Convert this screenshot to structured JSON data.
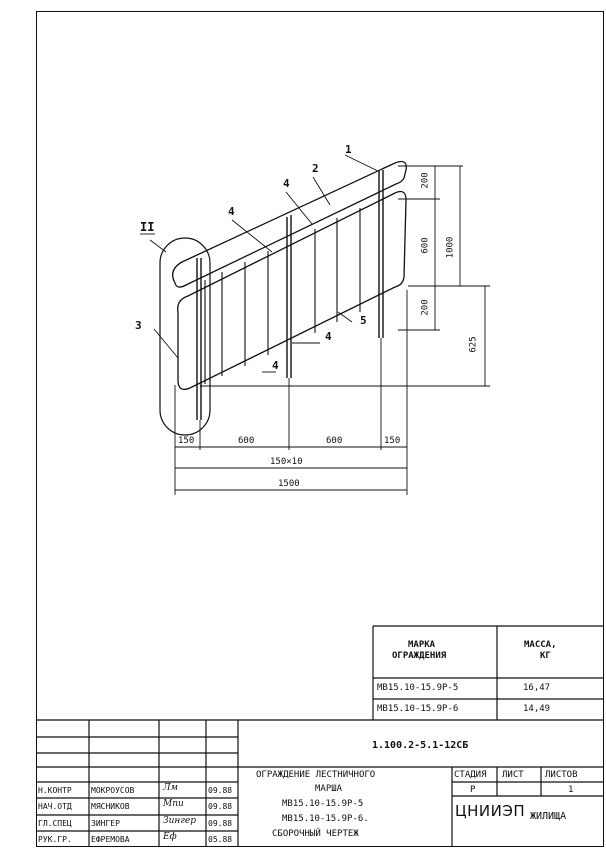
{
  "drawing": {
    "callouts": [
      "1",
      "2",
      "3",
      "4",
      "4",
      "4",
      "4",
      "5",
      "II"
    ],
    "dims_vertical": [
      "200",
      "600",
      "1000",
      "200",
      "625"
    ],
    "dims_horizontal": [
      "150",
      "600",
      "600",
      "150",
      "150×10",
      "1500"
    ]
  },
  "spec_table": {
    "header_mark": "МАРКА ОГРАЖДЕНИЯ",
    "header_mark_line1": "МАРКА",
    "header_mark_line2": "ОГРАЖДЕНИЯ",
    "header_mass_line1": "МАССА,",
    "header_mass_line2": "КГ",
    "rows": [
      {
        "mark": "МВ15.10-15.9Р-5",
        "mass": "16,47"
      },
      {
        "mark": "МВ15.10-15.9Р-6",
        "mass": "14,49"
      }
    ]
  },
  "title_block": {
    "doc_code": "1.100.2-5.1-12СБ",
    "title_line1": "ОГРАЖДЕНИЕ ЛЕСТНИЧНОГО",
    "title_line2": "МАРША",
    "title_line3": "МВ15.10-15.9Р-5",
    "title_line4": "МВ15.10-15.9Р-6.",
    "title_line5": "СБОРОЧНЫЙ ЧЕРТЕЖ",
    "stage_label": "СТАДИЯ",
    "sheet_label": "ЛИСТ",
    "sheets_label": "ЛИСТОВ",
    "stage": "Р",
    "sheet": "",
    "sheets": "1",
    "org_part1": "ЦНИИЭП",
    "org_part2": "ЖИЛИЩА",
    "people": [
      {
        "role": "Н.КОНТР",
        "name": "МОКРОУСОВ",
        "date": "09.88"
      },
      {
        "role": "НАЧ.ОТД",
        "name": "МЯСНИКОВ",
        "date": "09.88"
      },
      {
        "role": "ГЛ.СПЕЦ",
        "name": "ЗИНГЕР",
        "date": "09.88"
      },
      {
        "role": "РУК.ГР.",
        "name": "ЕФРЕМОВА",
        "date": "05.88"
      }
    ]
  }
}
